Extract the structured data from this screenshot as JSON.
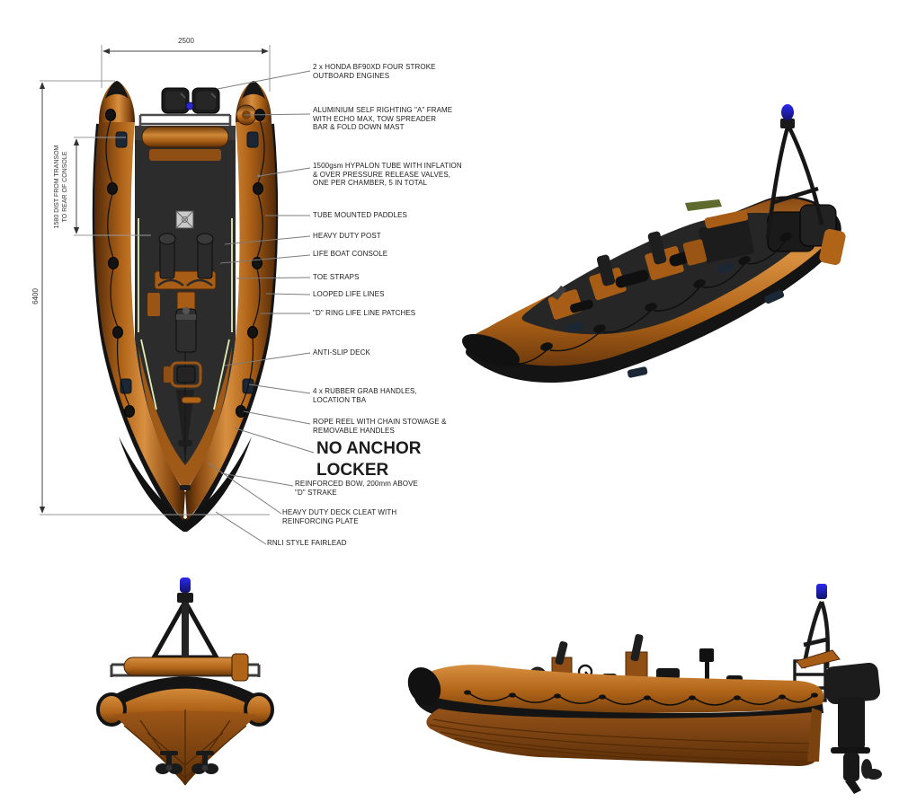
{
  "drawing": {
    "dimensions": {
      "beam_width": "2500",
      "overall_length": "6400",
      "console_distance": "1580 DIST FROM TRANSOM\nTO REAR OF CONSOLE"
    },
    "callouts": {
      "engines": "2 x HONDA BF90XD FOUR STROKE\nOUTBOARD ENGINES",
      "a_frame": "ALUMINIUM SELF RIGHTING \"A\" FRAME\nWITH ECHO MAX, TOW SPREADER\nBAR & FOLD DOWN MAST",
      "tube": "1500gsm HYPALON TUBE WITH INFLATION\n& OVER PRESSURE RELEASE VALVES,\nONE PER CHAMBER, 5 IN TOTAL",
      "paddles": "TUBE MOUNTED PADDLES",
      "post": "HEAVY DUTY POST",
      "console": "LIFE BOAT CONSOLE",
      "toe_straps": "TOE STRAPS",
      "life_lines": "LOOPED LIFE LINES",
      "d_ring": "\"D\" RING LIFE LINE PATCHES",
      "anti_slip": "ANTI-SLIP DECK",
      "grab_handles": "4 x RUBBER GRAB HANDLES,\nLOCATION TBA",
      "rope_reel": "ROPE REEL WITH CHAIN STOWAGE &\nREMOVABLE HANDLES",
      "no_anchor": "NO ANCHOR\nLOCKER",
      "bow": "REINFORCED BOW, 200mm ABOVE\n\"D\" STRAKE",
      "cleat": "HEAVY DUTY DECK CLEAT WITH\nREINFORCING PLATE",
      "fairlead": "RNLI STYLE FAIRLEAD"
    },
    "colors": {
      "tube_orange": "#b4671f",
      "tube_highlight": "#d8913f",
      "tube_shadow": "#5f3108",
      "hull_brown": "#8a4a16",
      "rubber_black": "#151515",
      "deck_grey": "#2d2d2d",
      "beacon_blue": "#2424cc",
      "toe_strap_yellow": "#e3ecb4",
      "leader_grey": "#7d7d7d"
    }
  }
}
